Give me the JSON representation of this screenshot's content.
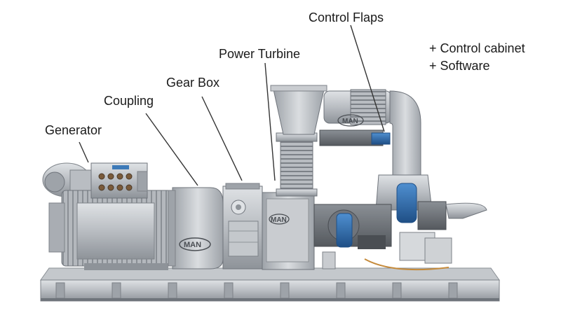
{
  "labels": {
    "generator": "Generator",
    "coupling": "Coupling",
    "gear_box": "Gear Box",
    "power_turbine": "Power Turbine",
    "control_flaps": "Control Flaps"
  },
  "notes": {
    "line1": "+ Control cabinet",
    "line2": "+ Software"
  },
  "logos": {
    "brand": "MAN"
  },
  "colors": {
    "steel_light": "#c9ccd0",
    "steel_mid": "#a9adb3",
    "steel_dark": "#6f747b",
    "actuator_blue": "#2f6fae",
    "leader": "#333333"
  }
}
